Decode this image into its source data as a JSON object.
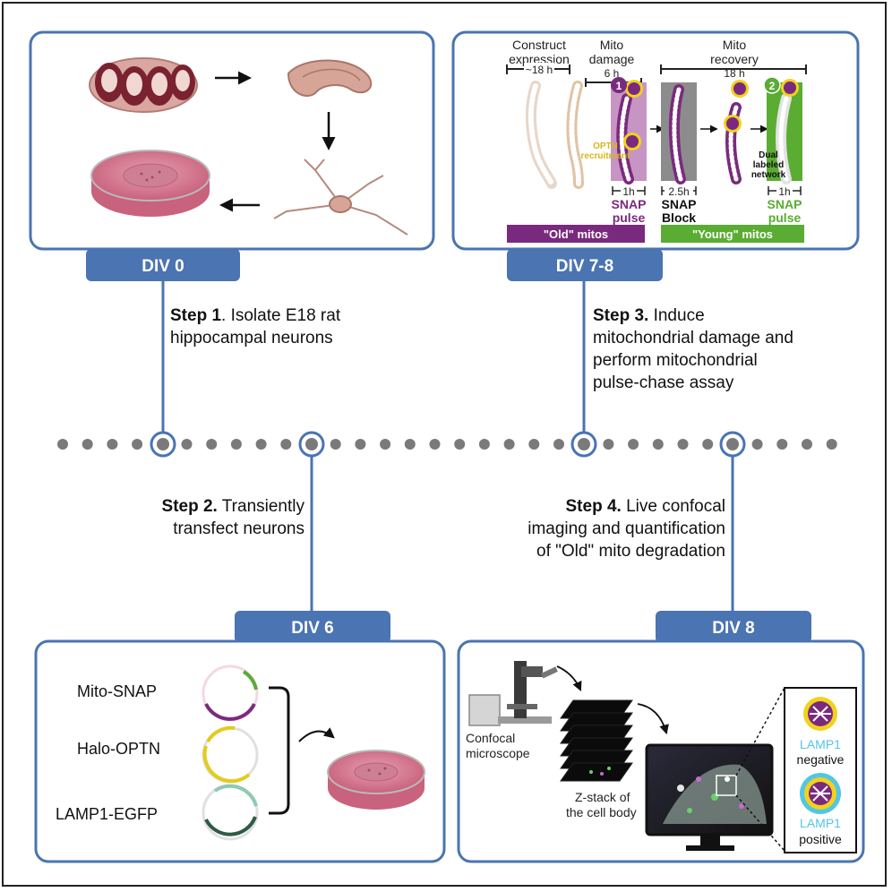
{
  "colors": {
    "accent_blue": "#4a74b2",
    "old_purple": "#7a2a7e",
    "young_green": "#5aac32",
    "lamp_cyan": "#52c6e6",
    "optn_yellow": "#f2d21b",
    "dish_pink": "#d2738a",
    "dots_gray": "#7a7a7a"
  },
  "stages": {
    "div0": "DIV 0",
    "div6": "DIV 6",
    "div78": "DIV 7-8",
    "div8": "DIV 8"
  },
  "steps": {
    "step1": {
      "bold": "Step 1",
      "line1": ". Isolate E18 rat",
      "line2": "hippocampal neurons"
    },
    "step2": {
      "bold": "Step 2.",
      "line1": " Transiently",
      "line2": "transfect neurons"
    },
    "step3": {
      "bold": "Step 3.",
      "line1": " Induce",
      "line2": "mitochondrial damage and",
      "line3": "perform mitochondrial",
      "line4": "pulse-chase assay"
    },
    "step4": {
      "bold": "Step 4.",
      "line1": " Live confocal",
      "line2": "imaging and quantification",
      "line3": "of  \"Old\" mito degradation"
    }
  },
  "timeline": {
    "construct": {
      "line1": "Construct",
      "line2": "expression",
      "duration": "~18 h"
    },
    "damage": {
      "line1": "Mito",
      "line2": "damage",
      "duration": "6 h"
    },
    "recovery": {
      "line1": "Mito",
      "line2": "recovery",
      "duration": "18 h"
    },
    "badge1": "1",
    "badge2": "2",
    "optn_line1": "OPTN",
    "optn_line2": "recruitment",
    "dual_line1": "Dual",
    "dual_line2": "labeled",
    "dual_line3": "network",
    "pulse1": {
      "duration": "1h",
      "line1": "SNAP",
      "line2": "pulse"
    },
    "block": {
      "duration": "2.5h",
      "line1": "SNAP",
      "line2": "Block"
    },
    "pulse2": {
      "duration": "1h",
      "line1": "SNAP",
      "line2": "pulse"
    },
    "old_bar": "\"Old\" mitos",
    "young_bar": "\"Young\" mitos"
  },
  "plasmids": {
    "mito_snap": "Mito-SNAP",
    "halo_optn": "Halo-OPTN",
    "lamp1_egfp": "LAMP1-EGFP"
  },
  "imaging": {
    "microscope_line1": "Confocal",
    "microscope_line2": "microscope",
    "zstack_line1": "Z-stack of",
    "zstack_line2": "the cell body",
    "lamp_neg_line1": "LAMP1",
    "lamp_neg_line2": "negative",
    "lamp_pos_line1": "LAMP1",
    "lamp_pos_line2": "positive"
  }
}
